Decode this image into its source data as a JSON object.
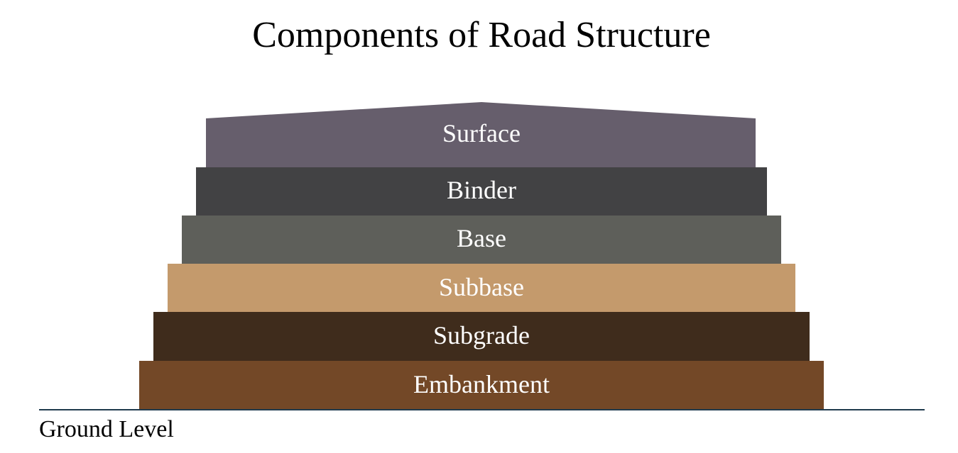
{
  "title": "Components of Road Structure",
  "layers": [
    {
      "label": "Surface",
      "color": "#665e6c"
    },
    {
      "label": "Binder",
      "color": "#424244"
    },
    {
      "label": "Base",
      "color": "#5e5f5a"
    },
    {
      "label": "Subbase",
      "color": "#c49a6c"
    },
    {
      "label": "Subgrade",
      "color": "#3f2c1c"
    },
    {
      "label": "Embankment",
      "color": "#734827"
    }
  ],
  "ground": {
    "label": "Ground Level",
    "line_color": "#1f3a4d"
  }
}
